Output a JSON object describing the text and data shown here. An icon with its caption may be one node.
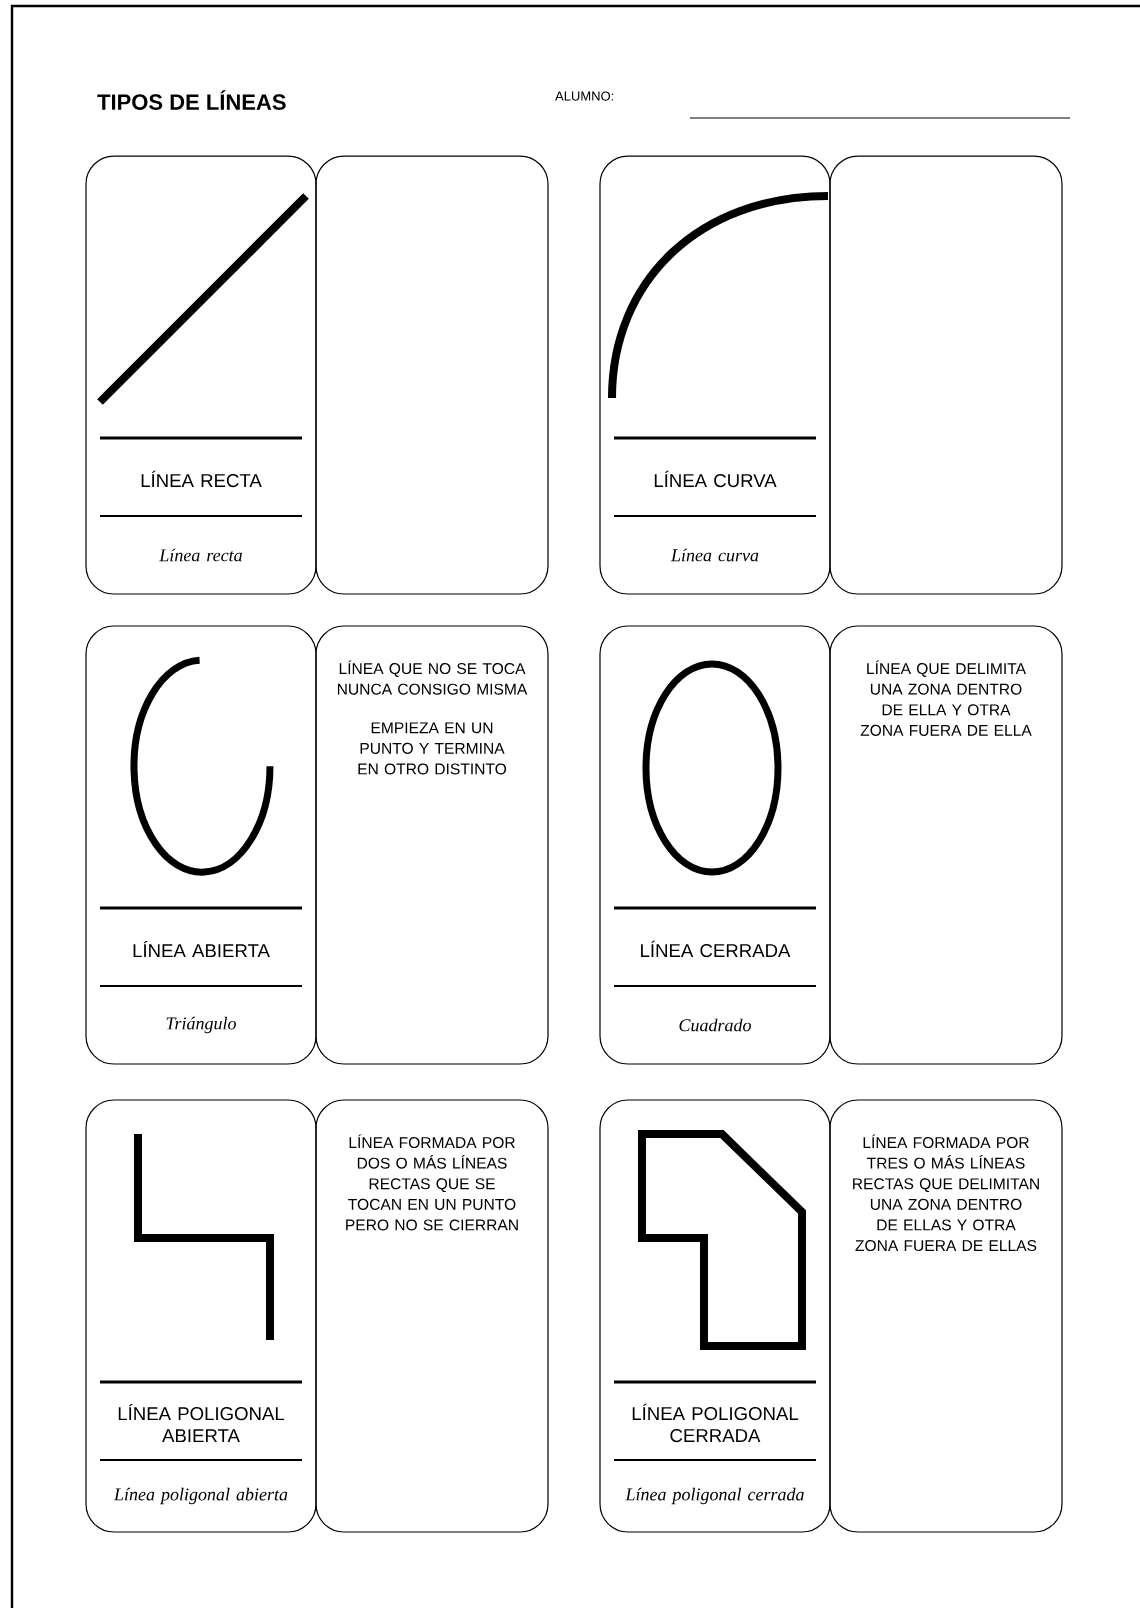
{
  "diagram": {
    "title": "TIPOS DE LÍNEAS",
    "nodes": [
      {
        "text": [
          "LÍNEA RECTA",
          "Línea recta"
        ]
      },
      {
        "text": [],
        "shape": "box"
      },
      {
        "text": [
          "LÍNEA CURVA",
          "Línea curva"
        ]
      },
      {
        "text": [],
        "shape": "box"
      },
      {
        "text": [
          "LÍNEA ABIERTA",
          "Triángulo"
        ]
      },
      {
        "text": [
          "LÍNEA QUE NO SE TOCA NUNCA CONSIGO MISMA",
          "EMPIEZA EN UN PUNTO Y TERMINA EN OTRO DISTINTO"
        ]
      },
      {
        "text": [
          "LÍNEA CERRADA",
          "Cuadrado"
        ]
      },
      {
        "text": [
          "LÍNEA QUE DELIMITA UNA ZONA DENTRO DE ELLA Y OTRA ZONA FUERA DE ELLA"
        ]
      },
      {
        "text": [
          "LÍNEA POLIGONAL ABIERTA",
          "Línea poligonal abierta"
        ]
      },
      {
        "text": [
          "LÍNEA FORMADA POR DOS O MÁS LÍNEAS RECTAS QUE SE TOCAN EN UN PUNTO PERO NO SE CIERRAN"
        ]
      },
      {
        "text": [
          "LÍNEA POLIGONAL CERRADA",
          "Línea poligonal cerrada"
        ]
      },
      {
        "text": [
          "LÍNEA FORMADA POR TRES O MÁS LÍNEAS RECTAS QUE DELIMITAN UNA ZONA DENTRO DE ELLAS Y OTRA ZONA FUERA DE ELLAS"
        ]
      }
    ],
    "labels": [
      "ALUMNO:"
    ]
  }
}
